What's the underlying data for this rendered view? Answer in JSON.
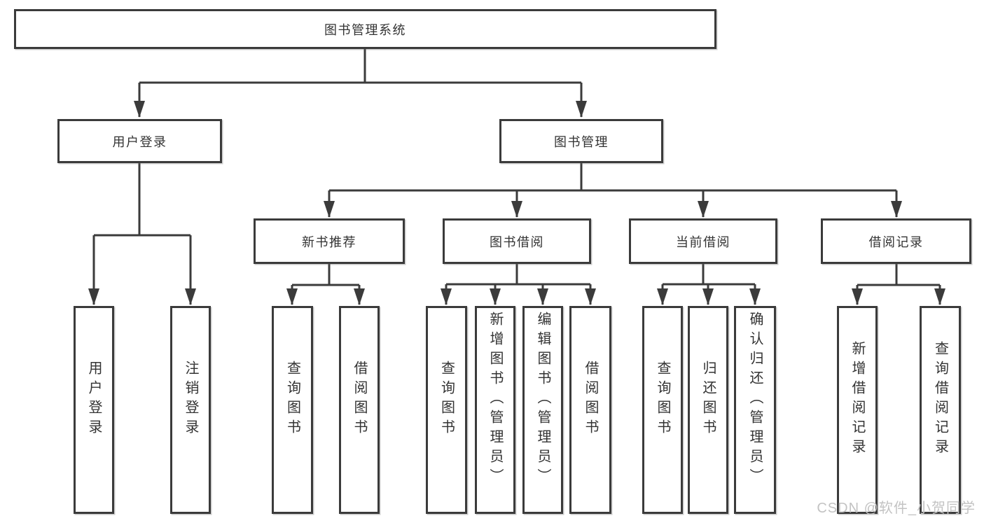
{
  "diagram": {
    "type": "tree",
    "root": {
      "label": "图书管理系统"
    },
    "children": [
      {
        "label": "用户登录",
        "children": [
          {
            "label": "用户登录"
          },
          {
            "label": "注销登录"
          }
        ]
      },
      {
        "label": "图书管理",
        "children": [
          {
            "label": "新书推荐",
            "children": [
              {
                "label": "查询图书"
              },
              {
                "label": "借阅图书"
              }
            ]
          },
          {
            "label": "图书借阅",
            "children": [
              {
                "label": "查询图书"
              },
              {
                "label": "新增图书（管理员）"
              },
              {
                "label": "编辑图书（管理员）"
              },
              {
                "label": "借阅图书"
              }
            ]
          },
          {
            "label": "当前借阅",
            "children": [
              {
                "label": "查询图书"
              },
              {
                "label": "归还图书"
              },
              {
                "label": "确认归还（管理员）"
              }
            ]
          },
          {
            "label": "借阅记录",
            "children": [
              {
                "label": "新增借阅记录"
              },
              {
                "label": "查询借阅记录"
              }
            ]
          }
        ]
      }
    ]
  },
  "watermark": {
    "text": "CSDN @软件_小贺同学",
    "color": "#c3c3c3"
  },
  "colors": {
    "background": "#ffffff",
    "line": "#3b3b3b",
    "node_border": "#3b3b3b",
    "node_fill": "#ffffff",
    "text": "#333333"
  }
}
